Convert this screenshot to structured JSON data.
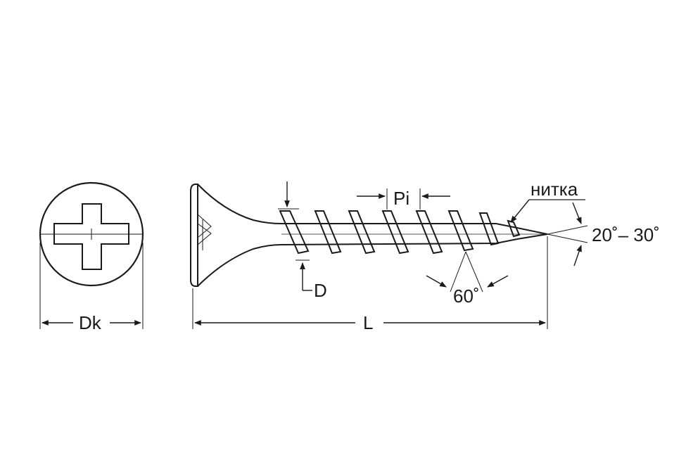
{
  "labels": {
    "dk": "Dk",
    "l": "L",
    "d": "D",
    "pi": "Pi",
    "thread_start": "нитка",
    "tip_angle": "20˚– 30˚",
    "thread_angle": "60˚"
  },
  "colors": {
    "line": "#1a1a1a",
    "background": "#ffffff"
  }
}
